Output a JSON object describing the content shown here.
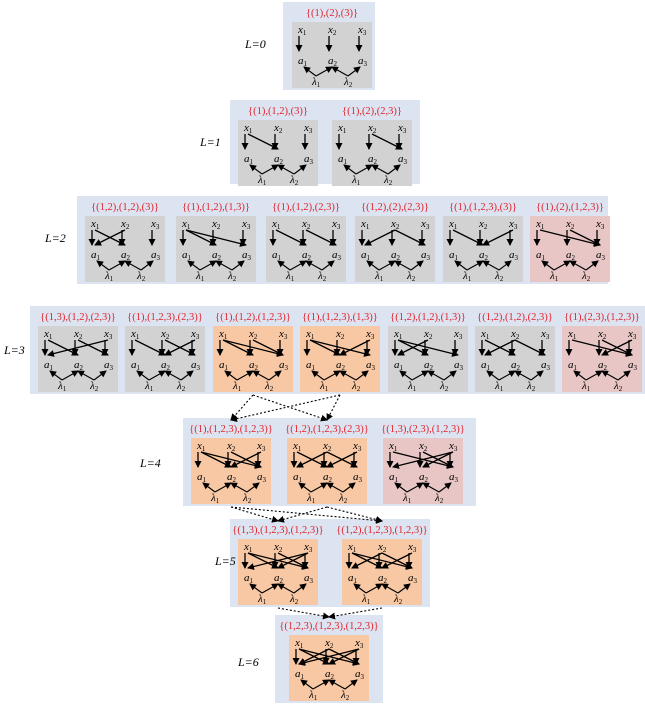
{
  "colors": {
    "band": "#dde4f1",
    "gray": "#d2d2d2",
    "orange": "#f8c8a4",
    "pink": "#e8c6c6",
    "title": "#e0232d"
  },
  "node_names": {
    "x": "x",
    "a": "a",
    "lambda": "λ",
    "sub": [
      "1",
      "2",
      "3"
    ]
  },
  "levels": [
    {
      "label": "L=0",
      "cells": [
        {
          "title": "{(1),(2),(3)}",
          "color": "gray",
          "edges": [
            [
              1,
              1
            ],
            [
              2,
              2
            ],
            [
              3,
              3
            ]
          ]
        }
      ]
    },
    {
      "label": "L=1",
      "cells": [
        {
          "title": "{(1),(1,2),(3)}",
          "color": "gray",
          "edges": [
            [
              1,
              1
            ],
            [
              1,
              2
            ],
            [
              2,
              2
            ],
            [
              3,
              3
            ]
          ]
        },
        {
          "title": "{(1),(2),(2,3)}",
          "color": "gray",
          "edges": [
            [
              1,
              1
            ],
            [
              2,
              2
            ],
            [
              2,
              3
            ],
            [
              3,
              3
            ]
          ]
        }
      ]
    },
    {
      "label": "L=2",
      "cells": [
        {
          "title": "{(1,2),(1,2),(3)}",
          "color": "gray",
          "edges": [
            [
              1,
              1
            ],
            [
              1,
              2
            ],
            [
              2,
              1
            ],
            [
              2,
              2
            ],
            [
              3,
              3
            ]
          ]
        },
        {
          "title": "{(1),(1,2),(1,3)}",
          "color": "gray",
          "edges": [
            [
              1,
              1
            ],
            [
              1,
              2
            ],
            [
              1,
              3
            ],
            [
              2,
              2
            ],
            [
              3,
              3
            ]
          ]
        },
        {
          "title": "{(1),(1,2),(2,3)}",
          "color": "gray",
          "edges": [
            [
              1,
              1
            ],
            [
              1,
              2
            ],
            [
              2,
              2
            ],
            [
              2,
              3
            ],
            [
              3,
              3
            ]
          ]
        },
        {
          "title": "{(1,2),(2),(2,3)}",
          "color": "gray",
          "edges": [
            [
              1,
              1
            ],
            [
              2,
              1
            ],
            [
              2,
              2
            ],
            [
              2,
              3
            ],
            [
              3,
              3
            ]
          ]
        },
        {
          "title": "{(1),(1,2,3),(3)}",
          "color": "gray",
          "edges": [
            [
              1,
              1
            ],
            [
              1,
              2
            ],
            [
              2,
              2
            ],
            [
              3,
              2
            ],
            [
              3,
              3
            ]
          ]
        },
        {
          "title": "{(1),(2),(1,2,3)}",
          "color": "pink",
          "edges": [
            [
              1,
              1
            ],
            [
              1,
              3
            ],
            [
              2,
              2
            ],
            [
              2,
              3
            ],
            [
              3,
              3
            ]
          ]
        }
      ]
    },
    {
      "label": "L=3",
      "cells": [
        {
          "title": "{(1,3),(1,2),(2,3)}",
          "color": "gray",
          "edges": [
            [
              1,
              1
            ],
            [
              1,
              2
            ],
            [
              2,
              2
            ],
            [
              2,
              3
            ],
            [
              3,
              1
            ],
            [
              3,
              3
            ]
          ]
        },
        {
          "title": "{(1),(1,2,3),(2,3)}",
          "color": "gray",
          "edges": [
            [
              1,
              1
            ],
            [
              1,
              2
            ],
            [
              2,
              2
            ],
            [
              2,
              3
            ],
            [
              3,
              2
            ],
            [
              3,
              3
            ]
          ]
        },
        {
          "title": "{(1),(1,2),(1,2,3)}",
          "color": "orange",
          "edges": [
            [
              1,
              1
            ],
            [
              1,
              2
            ],
            [
              1,
              3
            ],
            [
              2,
              2
            ],
            [
              2,
              3
            ],
            [
              3,
              3
            ]
          ]
        },
        {
          "title": "{(1),(1,2,3),(1,3)}",
          "color": "orange",
          "edges": [
            [
              1,
              1
            ],
            [
              1,
              2
            ],
            [
              1,
              3
            ],
            [
              2,
              2
            ],
            [
              3,
              2
            ],
            [
              3,
              3
            ]
          ]
        },
        {
          "title": "{(1,2),(1,2),(1,3)}",
          "color": "gray",
          "edges": [
            [
              1,
              1
            ],
            [
              1,
              2
            ],
            [
              1,
              3
            ],
            [
              2,
              1
            ],
            [
              2,
              2
            ],
            [
              3,
              3
            ]
          ]
        },
        {
          "title": "{(1,2),(1,2),(2,3)}",
          "color": "gray",
          "edges": [
            [
              1,
              1
            ],
            [
              1,
              2
            ],
            [
              2,
              1
            ],
            [
              2,
              2
            ],
            [
              2,
              3
            ],
            [
              3,
              3
            ]
          ]
        },
        {
          "title": "{(1),(2,3),(1,2,3)}",
          "color": "pink",
          "edges": [
            [
              1,
              1
            ],
            [
              1,
              3
            ],
            [
              2,
              2
            ],
            [
              2,
              3
            ],
            [
              3,
              2
            ],
            [
              3,
              3
            ]
          ]
        }
      ]
    },
    {
      "label": "L=4",
      "cells": [
        {
          "title": "{(1),(1,2,3),(1,2,3)}",
          "color": "orange",
          "edges": [
            [
              1,
              1
            ],
            [
              1,
              2
            ],
            [
              1,
              3
            ],
            [
              2,
              2
            ],
            [
              2,
              3
            ],
            [
              3,
              2
            ],
            [
              3,
              3
            ]
          ]
        },
        {
          "title": "{(1,2),(1,2,3),(2,3)}",
          "color": "orange",
          "edges": [
            [
              1,
              1
            ],
            [
              1,
              2
            ],
            [
              2,
              1
            ],
            [
              2,
              2
            ],
            [
              2,
              3
            ],
            [
              3,
              2
            ],
            [
              3,
              3
            ]
          ]
        },
        {
          "title": "{(1,3),(2,3),(1,2,3)}",
          "color": "pink",
          "edges": [
            [
              1,
              1
            ],
            [
              1,
              3
            ],
            [
              2,
              2
            ],
            [
              2,
              3
            ],
            [
              3,
              1
            ],
            [
              3,
              2
            ],
            [
              3,
              3
            ]
          ]
        }
      ]
    },
    {
      "label": "L=5",
      "cells": [
        {
          "title": "{(1,3),(1,2,3),(1,2,3)}",
          "color": "orange",
          "edges": [
            [
              1,
              1
            ],
            [
              1,
              2
            ],
            [
              1,
              3
            ],
            [
              2,
              2
            ],
            [
              2,
              3
            ],
            [
              3,
              1
            ],
            [
              3,
              2
            ],
            [
              3,
              3
            ]
          ]
        },
        {
          "title": "{(1,2),(1,2,3),(1,2,3)}",
          "color": "orange",
          "edges": [
            [
              1,
              1
            ],
            [
              1,
              2
            ],
            [
              1,
              3
            ],
            [
              2,
              1
            ],
            [
              2,
              2
            ],
            [
              2,
              3
            ],
            [
              3,
              2
            ],
            [
              3,
              3
            ]
          ]
        }
      ]
    },
    {
      "label": "L=6",
      "cells": [
        {
          "title": "{(1,2,3),(1,2,3),(1,2,3)}",
          "color": "orange",
          "edges": [
            [
              1,
              1
            ],
            [
              1,
              2
            ],
            [
              1,
              3
            ],
            [
              2,
              1
            ],
            [
              2,
              2
            ],
            [
              2,
              3
            ],
            [
              3,
              1
            ],
            [
              3,
              2
            ],
            [
              3,
              3
            ]
          ]
        }
      ]
    }
  ],
  "transitions": [
    {
      "from": [
        3,
        2
      ],
      "to": [
        4,
        0
      ]
    },
    {
      "from": [
        3,
        2
      ],
      "to": [
        4,
        1
      ]
    },
    {
      "from": [
        3,
        3
      ],
      "to": [
        4,
        0
      ]
    },
    {
      "from": [
        3,
        3
      ],
      "to": [
        4,
        1
      ]
    },
    {
      "from": [
        4,
        0
      ],
      "to": [
        5,
        0
      ]
    },
    {
      "from": [
        4,
        0
      ],
      "to": [
        5,
        1
      ]
    },
    {
      "from": [
        4,
        1
      ],
      "to": [
        5,
        0
      ]
    },
    {
      "from": [
        4,
        1
      ],
      "to": [
        5,
        1
      ]
    },
    {
      "from": [
        5,
        0
      ],
      "to": [
        6,
        0
      ]
    },
    {
      "from": [
        5,
        1
      ],
      "to": [
        6,
        0
      ]
    }
  ]
}
